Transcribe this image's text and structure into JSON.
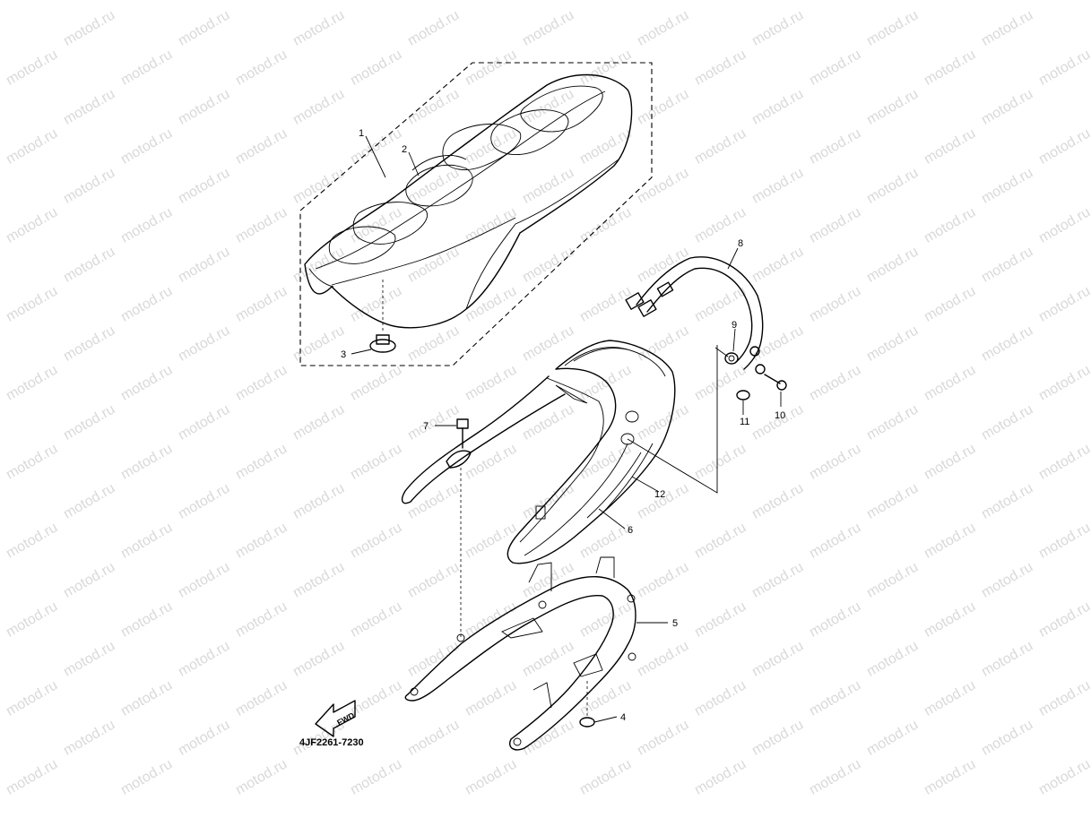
{
  "watermark": {
    "text": "motod.ru"
  },
  "diagram_code": "4JF2261-7230",
  "fwd_label": "FWD",
  "callouts": [
    {
      "id": "1",
      "label": "1"
    },
    {
      "id": "2",
      "label": "2"
    },
    {
      "id": "3",
      "label": "3"
    },
    {
      "id": "4",
      "label": "4"
    },
    {
      "id": "5",
      "label": "5"
    },
    {
      "id": "6",
      "label": "6"
    },
    {
      "id": "7",
      "label": "7"
    },
    {
      "id": "8",
      "label": "8"
    },
    {
      "id": "9",
      "label": "9"
    },
    {
      "id": "10",
      "label": "10"
    },
    {
      "id": "11",
      "label": "11"
    },
    {
      "id": "12",
      "label": "12"
    }
  ]
}
